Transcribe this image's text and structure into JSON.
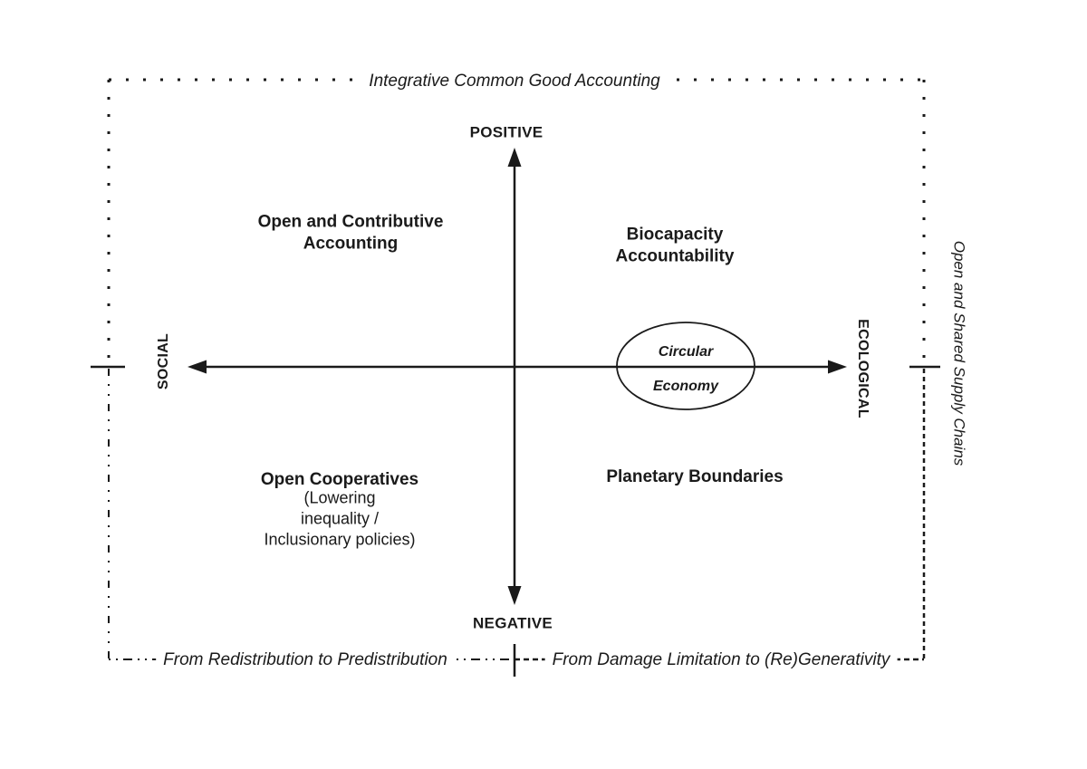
{
  "frame": {
    "top_label": "Integrative Common Good Accounting",
    "right_label": "Open and Shared Supply Chains",
    "bottom_left_label": "From Redistribution to Predistribution",
    "bottom_right_label": "From Damage Limitation to (Re)Generativity"
  },
  "axes": {
    "top": "POSITIVE",
    "bottom": "NEGATIVE",
    "left": "SOCIAL",
    "right": "ECOLOGICAL"
  },
  "quadrants": {
    "top_left": "Open and Contributive\nAccounting",
    "top_right": "Biocapacity\nAccountability",
    "bottom_left_title": "Open Cooperatives",
    "bottom_left_subtitle": "(Lowering\ninequality /\nInclusionary policies)",
    "bottom_right": "Planetary Boundaries"
  },
  "ellipse": {
    "line1": "Circular",
    "line2": "Economy"
  },
  "colors": {
    "ink": "#1a1a1a",
    "background": "#ffffff"
  }
}
